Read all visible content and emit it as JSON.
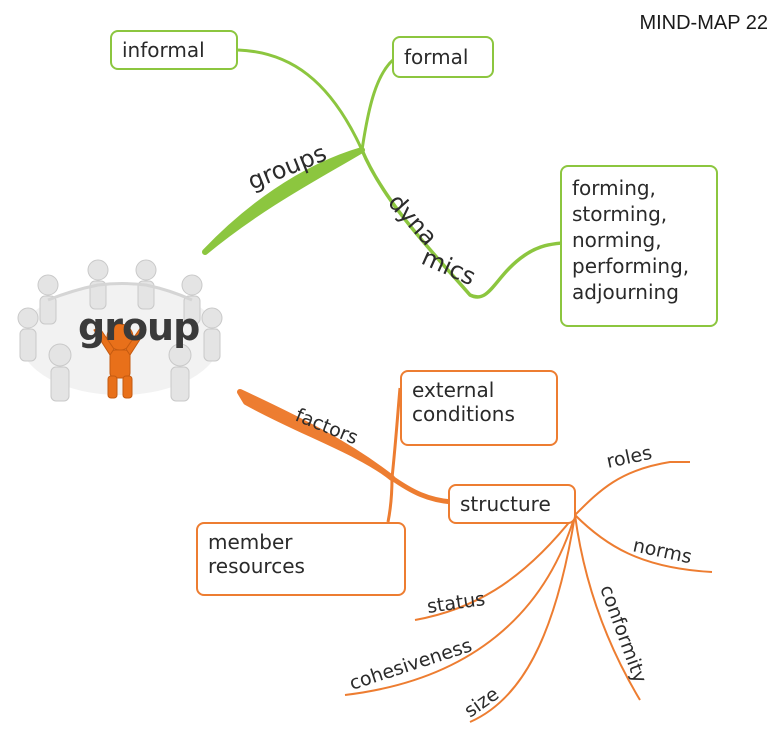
{
  "title": "MIND-MAP 22",
  "center": {
    "label": "group"
  },
  "branches": {
    "groups": {
      "label": "groups",
      "children": [
        "informal",
        "formal"
      ],
      "dynamics": {
        "label_a": "dyna",
        "label_b": "mics",
        "stages": [
          "forming,",
          "storming,",
          "norming,",
          "performing,",
          "adjourning"
        ]
      }
    },
    "factors": {
      "label": "factors",
      "external": [
        "external",
        "conditions"
      ],
      "member": [
        "member",
        "resources"
      ],
      "structure": {
        "label": "structure",
        "items": [
          "roles",
          "norms",
          "conformity",
          "status",
          "cohesiveness",
          "size"
        ]
      }
    }
  },
  "colors": {
    "green": "#8cc63f",
    "orange": "#ed7d31"
  }
}
